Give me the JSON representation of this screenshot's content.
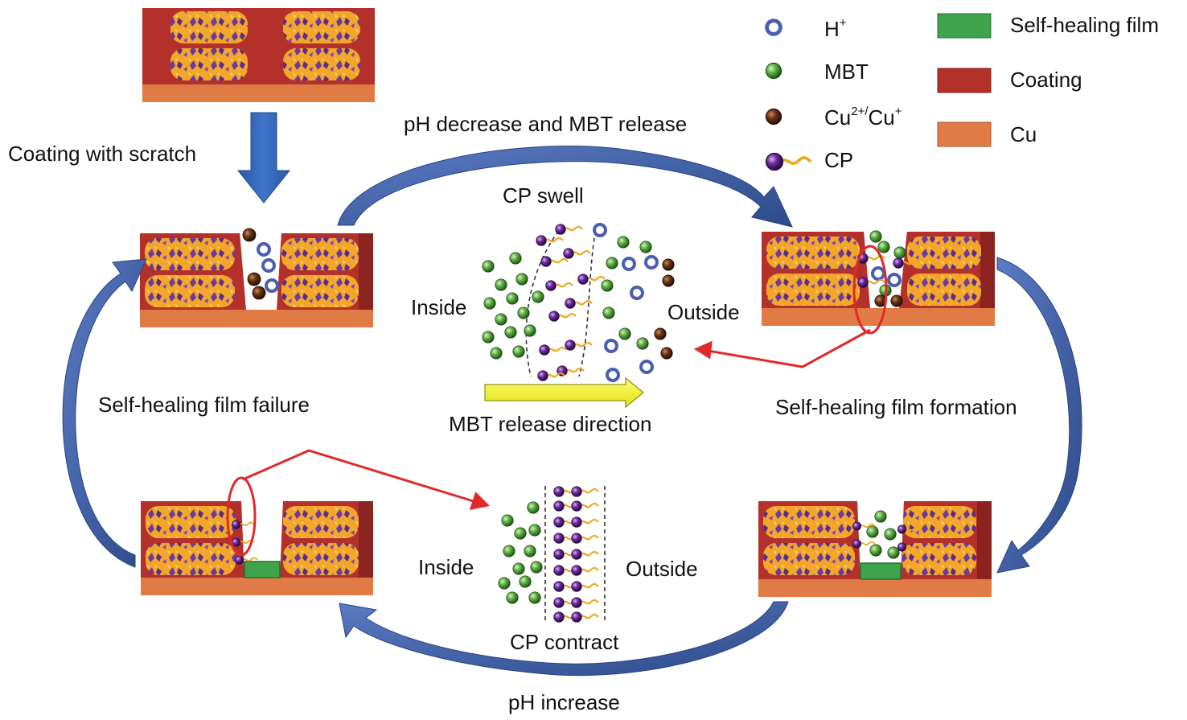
{
  "labels": {
    "coating_with_scratch": "Coating with scratch",
    "ph_decrease": "pH decrease and MBT release",
    "cp_swell": "CP swell",
    "inside_top": "Inside",
    "outside_top": "Outside",
    "mbt_release_direction": "MBT release direction",
    "self_healing_film_failure": "Self-healing film failure",
    "self_healing_film_formation": "Self-healing film formation",
    "inside_bottom": "Inside",
    "outside_bottom": "Outside",
    "cp_contract": "CP contract",
    "ph_increase": "pH increase"
  },
  "legend": {
    "h_plus": {
      "base": "H",
      "sup": "+"
    },
    "mbt": "MBT",
    "cu": {
      "base1": "Cu",
      "sup1": "2+/",
      "base2": "Cu",
      "sup2": "+"
    },
    "cp": "CP",
    "self_healing_film": "Self-healing film",
    "coating": "Coating",
    "cu_substrate": "Cu"
  },
  "colors": {
    "coating": "#b4302a",
    "coating_dark": "#8b2420",
    "cu": "#e07b45",
    "film": "#3ea34a",
    "arrow_blue": "#3e5da3",
    "red": "#e02a2a",
    "yellow": "#f2f22a",
    "h_ring": "#4a5fb0",
    "mbt": "#3d8f2f",
    "cu_ion": "#5a2a12",
    "cp_head": "#6a2a8a",
    "cp_tail": "#f0a51c"
  }
}
